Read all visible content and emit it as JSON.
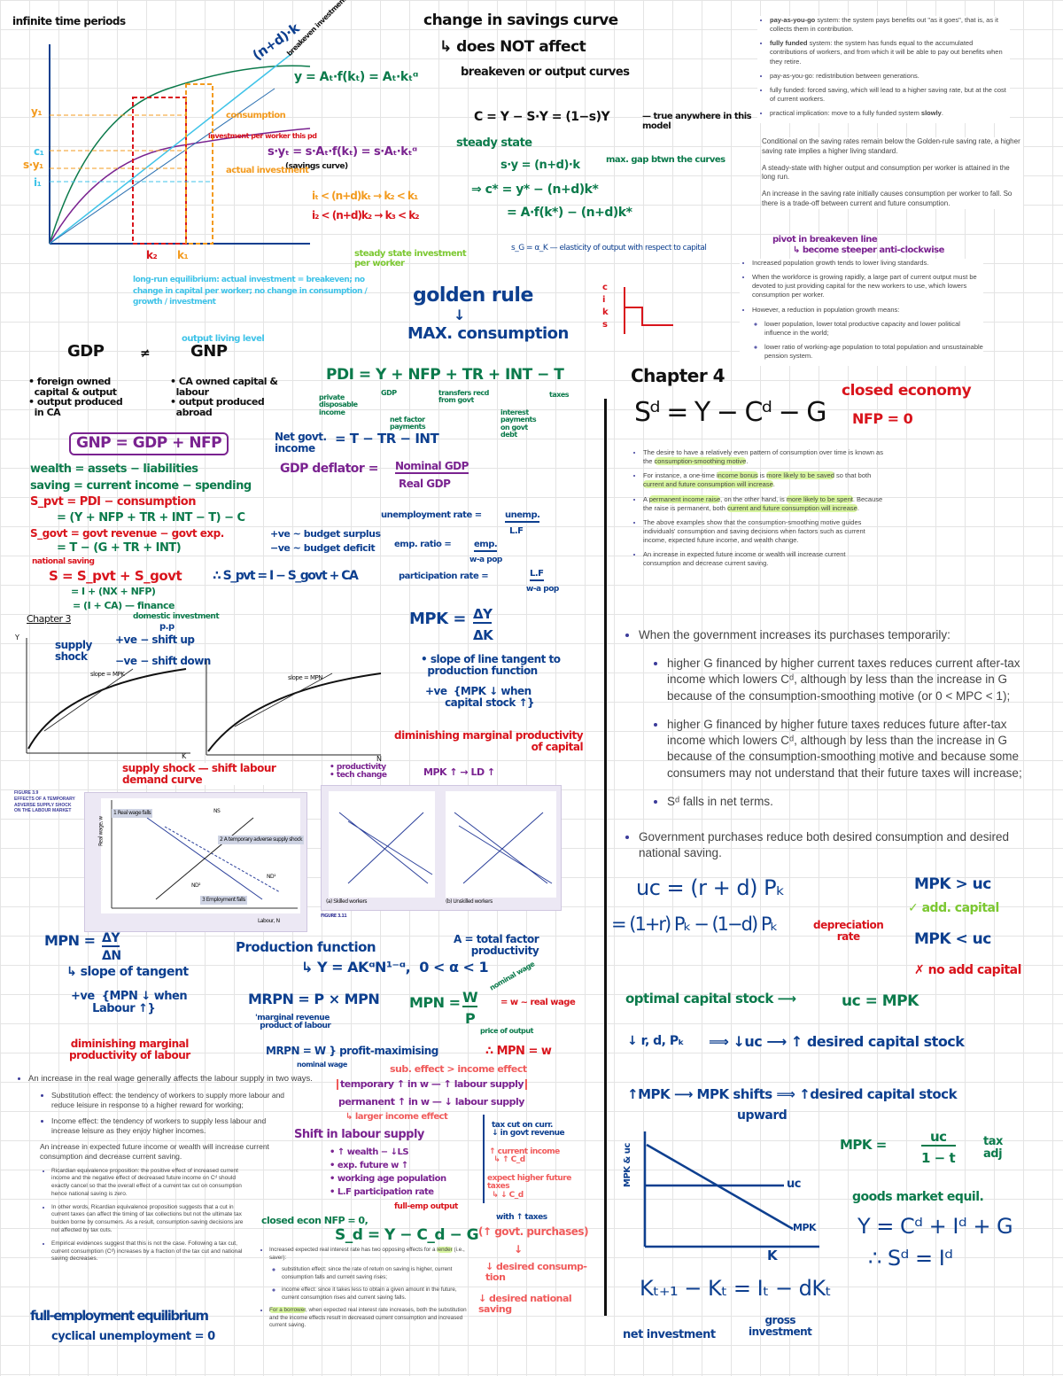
{
  "solow": {
    "title": "infinite time periods",
    "prod_fn": "y = Aₜ·f(kₜ) = Aₜ·kₜᵅ",
    "breakeven": "(n+d)·k",
    "breakeven_note": "breakeven investment line",
    "saving_curve": "s·yₜ = s·Aₜ·f(kₜ) = s·Aₜ·kₜᵅ",
    "saving_note": "(savings curve)",
    "consumption": "consumption",
    "invest_note": "investment per worker this pd",
    "actual_invest": "actual investment",
    "ineq1": "iₜ < (n+d)kₜ → k₂ < k₁",
    "ineq2": "i₂ < (n+d)k₂ → k₃ < k₂",
    "steady_note": "steady state investment per worker",
    "axis_labels": [
      "y₁",
      "c₁",
      "s·y₁",
      "i₁",
      "k₂",
      "k₁"
    ],
    "ss_note": "long-run equilibrium: actual investment = breakeven; no change in capital per worker; no change in consumption / growth / investment",
    "living": "output living level"
  },
  "savings": {
    "l1": "change in savings curve",
    "l2": "↳ does NOT affect",
    "l3": "breakeven or output curves",
    "c_eq": "C = Y − S·Y = (1−s)Y",
    "c_note": "— true anywhere in this model",
    "steady": "steady state",
    "sy": "s·y = (n+d)·k",
    "gap": "max. gap btwn the curves",
    "cstar1": "⇒ c* = y* − (n+d)k*",
    "cstar2": "= A·f(k*) − (n+d)k*",
    "golden": "golden rule",
    "arrow": "↓",
    "maxc": "MAX. consumption",
    "elast": "s_G = α_K — elasticity of output with respect to capital"
  },
  "pension": {
    "items": [
      {
        "bold": "pay-as-you-go",
        "text": " system: the system pays benefits out \"as it goes\", that is, as it collects them in contribution."
      },
      {
        "bold": "fully funded",
        "text": " system: the system has funds equal to the accumulated contributions of workers, and from which it will be able to pay out benefits when they retire."
      },
      {
        "bold": "",
        "text": "pay-as-you-go: redistribution between generations."
      },
      {
        "bold": "",
        "text": "fully funded: forced saving, which will lead to a higher saving rate, but at the cost of current workers."
      },
      {
        "bold": "",
        "text": "practical implication: move to a fully funded system ",
        "tail": "slowly",
        "end": "."
      }
    ],
    "paras": [
      "Conditional on the saving rates remain below the Golden-rule saving rate, a higher saving rate implies a higher living standard.",
      "A steady-state with higher output and consumption per worker is attained in the long run.",
      "An increase in the saving rate initially causes consumption per worker to fall. So there is a trade-off between current and future consumption."
    ]
  },
  "population": {
    "note1": "pivot in breakeven line",
    "note2": "↳ become steeper anti-clockwise",
    "items": [
      "Increased population growth tends to lower living standards.",
      "When the workforce is growing rapidly, a large part of current output must be devoted to just providing capital for the new workers to use, which lowers consumption per worker.",
      "However, a reduction in population growth means:"
    ],
    "sub": [
      "lower population, lower total productive capacity and lower political influence in the world;",
      "lower ratio of working-age population to total population and unsustainable pension system."
    ],
    "axis": "c i k s"
  },
  "national": {
    "gdp": "GDP",
    "neq": "≠",
    "gnp": "GNP",
    "gdp_notes": "• foreign owned\n  capital & output\n• output produced\n  in CA",
    "gnp_notes": "• CA owned capital &\n  labour\n• output produced\n  abroad",
    "gnp_eq": "GNP = GDP + NFP",
    "pdi": "PDI = Y + NFP + TR + INT − T",
    "pdi_notes": [
      "private disposable income",
      "GDP",
      "net factor payments",
      "transfers recd from govt",
      "interest payments on govt debt",
      "taxes"
    ],
    "net_govt": "Net govt.\nincome",
    "net_govt_eq": "= T − TR − INT",
    "deflator": "GDP deflator =",
    "deflator_num": "Nominal GDP",
    "deflator_den": "Real GDP",
    "wealth": "wealth = assets − liabilities",
    "saving": "saving = current income − spending",
    "spvt": "S_pvt = PDI − consumption",
    "spvt2": "= (Y + NFP + TR + INT − T) − C",
    "sgovt": "S_govt = govt revenue − govt exp.",
    "sgovt2": "= T − (G + TR + INT)",
    "surplus": "+ve ~ budget surplus",
    "deficit": "−ve ~ budget deficit",
    "nat_saving": "national saving",
    "s_eq": "S = S_pvt + S_govt",
    "s_eq2": "= I + (NX + NFP)",
    "s_eq3": "= (I + CA) — finance",
    "dom": "domestic investment",
    "spvt_eq": "∴ S_pvt = I − S_govt + CA",
    "unemp": "unemployment rate =",
    "unemp_num": "unemp.",
    "unemp_den": "L.F",
    "emp": "emp. ratio =",
    "emp_num": "emp.",
    "emp_den": "w-a pop",
    "part": "participation rate =",
    "part_num": "L.F",
    "part_den": "w-a pop",
    "pp": "p.p"
  },
  "chapter3": {
    "label": "Chapter 3",
    "supply_shock": "supply\nshock",
    "pos": "+ve − shift up",
    "neg": "−ve − shift down",
    "slope_mpk": "slope = MPK",
    "slope_mpn": "slope = MPN",
    "ax_y": "Y",
    "ax_k": "K",
    "ax_n": "N",
    "mpk": "MPK =",
    "mpk_num": "ΔY",
    "mpk_den": "ΔK",
    "mpk_note": "• slope of line tangent to\n  production function",
    "mpk_pos": "+ve  {MPK ↓ when\n      capital stock ↑}",
    "dim_k": "diminishing marginal productivity\nof capital",
    "ss_labour": "supply shock — shift labour\ndemand curve",
    "prod_notes": "• productivity\n• tech change",
    "mpk_up": "MPK ↑ → LD ↑",
    "fig13": "FIGURE 3.9",
    "fig13_title": "EFFECTS OF A TEMPORARY ADVERSE SUPPLY SHOCK ON THE LABOUR MARKET",
    "fig_y": "Real wage, w",
    "fig_x": "Labour, N",
    "fig_labels": [
      "1 Real wage falls",
      "2 A temporary adverse supply shock",
      "3 Employment falls",
      "NS",
      "ND¹",
      "ND²"
    ],
    "fig2_title": "FIGURE 3.11",
    "fig2_labels": [
      "(a) Skilled workers",
      "(b) Unskilled workers"
    ],
    "mpn": "MPN =",
    "mpn_num": "ΔY",
    "mpn_den": "ΔN",
    "mpn_note": "↳ slope of tangent",
    "mpn_pos": "+ve  {MPN ↓ when\n      Labour ↑}",
    "dim_n": "diminishing marginal\nproductivity of labour",
    "prodfn": "Production function",
    "prodfn_eq": "↳ Y = AKᵅN¹⁻ᵅ,  0 < α < 1",
    "tfp": "A = total factor\nproductivity",
    "mrpn": "MRPN = P × MPN",
    "mrpn_note": "'marginal revenue\n  product of labour",
    "mrpn_w": "MRPN = W } profit-maximising",
    "nominal": "nominal wage",
    "mpn_w": "MPN =",
    "mpn_w_num": "W",
    "mpn_w_den": "P",
    "price": "price of output",
    "realwage": "= w ~ real wage",
    "nomw": "nominal wage",
    "mpn_eq": "∴ MPN = w",
    "sub_inc": "sub. effect > income effect",
    "temp": "temporary ↑ in w — ↑ labour supply",
    "perm": "permanent ↑ in w — ↓ labour supply",
    "larger": "↳ larger income effect",
    "shift": "Shift in labour supply",
    "shift_items": "• ↑ wealth − ↓LS\n• exp. future w ↑\n• working age population\n• L.F participation rate",
    "closed": "closed econ NFP = 0,",
    "fe_output": "full-emp output",
    "sd": "S_d = Y − C_d − G",
    "tax": "tax cut on curr.\n↓ in govt revenue",
    "curr_inc": "↑ current income\n  ↳ ↑ C_d",
    "exp_tax": "expect higher future\ntaxes\n  ↳ ↓ C_d",
    "with_tax": "with ↑ taxes",
    "govt_purch": "(↑ govt. purchases)",
    "down": "↓",
    "dc": "↓ desired consump-\ntion",
    "dns": "↓ desired national\nsaving"
  },
  "labour_text": {
    "main": "An increase in the real wage generally affects the labour supply in two ways.",
    "sub": [
      "Substitution effect: the tendency of workers to supply more labour and reduce leisure in response to a higher reward for working;",
      "Income effect: the tendency of workers to supply less labour and increase leisure as they enjoy higher incomes."
    ],
    "para": "An increase in expected future income or wealth will increase current consumption and decrease current saving.",
    "ricardian": [
      "Ricardian equivalence proposition: the positive effect of increased current income and the negative effect of decreased future income on Cᵈ should exactly cancel so that the overall effect of a current tax cut on consumption hence national saving is zero.",
      "In other words, Ricardian equivalence proposition suggests that a cut in current taxes can affect the timing of tax collections but not the ultimate tax burden borne by consumers. As a result, consumption-saving decisions are not affected by tax cuts.",
      "Empirical evidences suggest that this is not the case. Following a tax cut, current consumption (Cᵈ) increases by a fraction of the tax cut and national saving decreases."
    ],
    "fe": "full-employment equilibrium",
    "cu": "cyclical unemployment = 0"
  },
  "interest_text": {
    "main_pre": "Increased expected real interest rate has two opposing effects for a ",
    "lender": "lender",
    "main_post": " (i.e., saver):",
    "sub": [
      "substitution effect: since the rate of return on saving is higher, current consumption falls and current saving rises;",
      "income effect: since it takes less to obtain a given amount in the future, current consumption rises and current saving falls."
    ],
    "borrower": "For a borrower",
    "borrower_post": ", when expected real interest rate increases, both the substitution and the income effects result in decreased current consumption and increased current saving."
  },
  "chapter4": {
    "label": "Chapter 4",
    "sd": "Sᵈ = Y − Cᵈ − G",
    "closed": "closed economy",
    "nfp": "NFP = 0",
    "items": [
      {
        "pre": "The desire to have a relatively even pattern of consumption over time is known as the ",
        "hl": "consumption-smoothing motive",
        "post": "."
      },
      {
        "pre": "For instance, a one-time ",
        "hl": "income bonus",
        "mid": " is ",
        "hl2": "more likely to be saved",
        "mid2": " so that both ",
        "hl3": "current and future consumption will increase",
        "post": "."
      },
      {
        "pre": "A ",
        "hl": "permanent income raise",
        "mid": ", on the other hand, is ",
        "hl2": "more likely to be spent",
        "mid2": ". Because the raise is permanent, both ",
        "hl3": "current and future consumption will increase",
        "post": "."
      },
      {
        "pre": "The above examples show that the consumption-smoothing motive guides individuals' consumption and saving decisions when factors such as current income, expected future income, and wealth change.",
        "hl": "",
        "post": ""
      }
    ],
    "wealth_line": "An increase in expected future income or wealth will increase current consumption and decrease current saving.",
    "govt_main": "When the government increases its purchases temporarily:",
    "govt_sub": [
      "higher G financed by higher current taxes reduces current after-tax income which lowers Cᵈ, although by less than the increase in G because of the consumption-smoothing motive (or 0 < MPC < 1);",
      "higher G financed by higher future taxes reduces future after-tax income which lowers Cᵈ, although by less than the increase in G because of the consumption-smoothing motive and because some consumers may not understand that their future taxes will increase;",
      "Sᵈ falls in net terms."
    ],
    "govt_final": "Government purchases reduce both desired consumption and desired national saving."
  },
  "investment": {
    "uc": "uc = (r + d) Pₖ",
    "uc2": "= (1+r) Pₖ − (1−d) Pₖ",
    "dep": "depreciation\nrate",
    "gt": "MPK > uc",
    "add": "✓ add. capital",
    "lt": "MPK < uc",
    "noadd": "✗ no add capital",
    "opt": "optimal capital stock ⟶",
    "opt_eq": "uc = MPK",
    "row1_a": "↓ r, d, Pₖ",
    "row1_b": "⟹ ↓uc ⟶ ↑ desired capital stock",
    "row2": "↑MPK ⟶ MPK shifts ⟹ ↑desired capital stock",
    "upward": "upward",
    "graph_y": "MPK & uc",
    "graph_x": "K",
    "graph_uc": "uc",
    "graph_mpk": "MPK",
    "tax_eq": "MPK =",
    "tax_num": "uc",
    "tax_den": "1 − t",
    "tax_note": "tax\nadj",
    "goods": "goods market equil.",
    "goods_eq": "Y = Cᵈ + Iᵈ + G",
    "goods_eq2": "∴ Sᵈ = Iᵈ",
    "kt": "Kₜ₊₁ − Kₜ = Iₜ − dKₜ",
    "net_inv": "net investment",
    "gross": "gross\ninvestment"
  },
  "colors": {
    "green": "#0b7a4b",
    "blue": "#0d3f8f",
    "red": "#d9141c",
    "purple": "#7a2390",
    "orange": "#f39b1f",
    "lime": "#7cc832",
    "cyan": "#3fc3e8"
  }
}
